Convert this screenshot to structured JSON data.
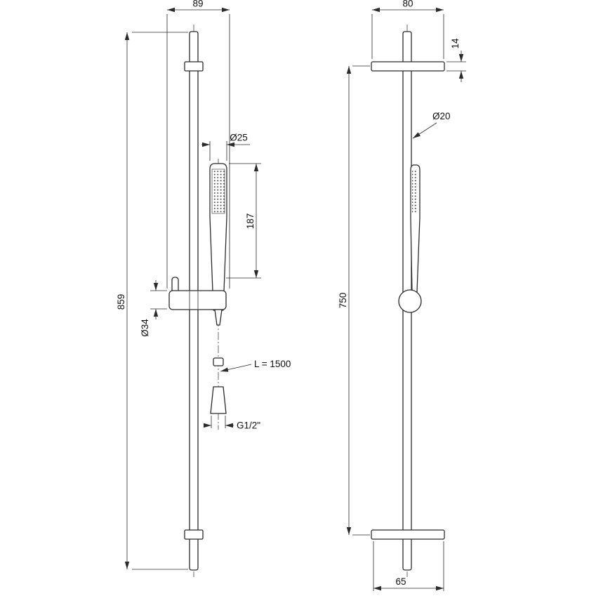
{
  "drawing": {
    "background": "#ffffff",
    "line_color": "#2b2b2b",
    "front_view": {
      "width": "89",
      "head_diameter": "Ø25",
      "handset_length": "187",
      "overall_height": "859",
      "slider_diameter": "Ø34",
      "hose_length": "L = 1500",
      "thread": "G1/2\""
    },
    "side_view": {
      "flange_width_top": "80",
      "flange_thickness": "14",
      "rail_diameter": "Ø20",
      "fixing_centres": "750",
      "flange_width_bottom": "65"
    }
  }
}
